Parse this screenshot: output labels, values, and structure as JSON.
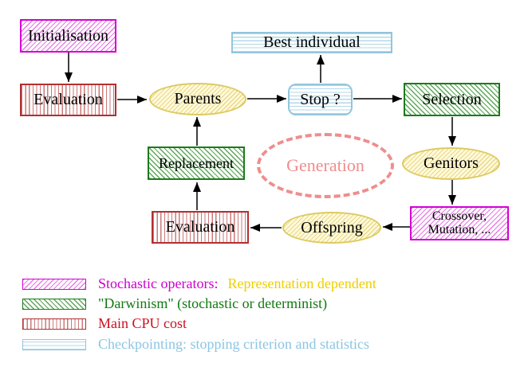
{
  "diagram": {
    "nodes": {
      "initialisation": "Initialisation",
      "evaluation_top": "Evaluation",
      "parents": "Parents",
      "best_individual": "Best individual",
      "stop": "Stop ?",
      "selection": "Selection",
      "genitors": "Genitors",
      "crossover_line1": "Crossover,",
      "crossover_line2": "Mutation, ...",
      "offspring": "Offspring",
      "evaluation_bottom": "Evaluation",
      "replacement": "Replacement",
      "generation": "Generation"
    },
    "edges": [
      {
        "from": "Initialisation",
        "to": "Evaluation"
      },
      {
        "from": "Evaluation",
        "to": "Parents"
      },
      {
        "from": "Parents",
        "to": "Stop ?"
      },
      {
        "from": "Stop ?",
        "to": "Best individual"
      },
      {
        "from": "Stop ?",
        "to": "Selection"
      },
      {
        "from": "Selection",
        "to": "Genitors"
      },
      {
        "from": "Genitors",
        "to": "Crossover, Mutation, ..."
      },
      {
        "from": "Crossover, Mutation, ...",
        "to": "Offspring"
      },
      {
        "from": "Offspring",
        "to": "Evaluation"
      },
      {
        "from": "Evaluation",
        "to": "Replacement"
      },
      {
        "from": "Replacement",
        "to": "Parents"
      }
    ],
    "legend": {
      "stochastic_label": "Stochastic operators:",
      "stochastic_extra": "Representation dependent",
      "darwinism_label": "\"Darwinism\" (stochastic or determinist)",
      "cpu_label": "Main CPU cost",
      "checkpoint_label": "Checkpointing: stopping criterion and statistics"
    },
    "colors": {
      "magenta": "#cc00cc",
      "gold": "#eecf00",
      "green": "#107a10",
      "red": "#cc1122",
      "light_blue": "#8cc5e3",
      "salmon": "#ef8d8d",
      "yellow_fill": "#fffadb",
      "black": "#000000"
    }
  }
}
